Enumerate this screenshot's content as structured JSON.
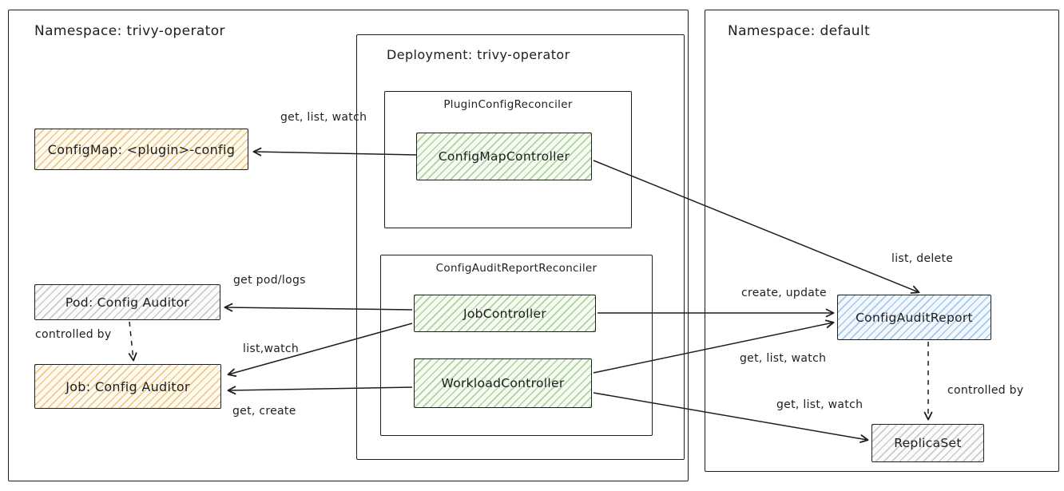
{
  "containers": {
    "namespace_trivy": {
      "title": "Namespace: trivy-operator"
    },
    "namespace_default": {
      "title": "Namespace: default"
    },
    "deployment_trivy": {
      "title": "Deployment: trivy-operator"
    },
    "plugin_config_reconciler": {
      "title": "PluginConfigReconciler"
    },
    "config_audit_report_reconciler": {
      "title": "ConfigAuditReportReconciler"
    }
  },
  "nodes": {
    "configmap_plugin_config": {
      "label": "ConfigMap: <plugin>-config",
      "color": "orange"
    },
    "pod_config_auditor": {
      "label": "Pod: Config Auditor",
      "color": "gray"
    },
    "job_config_auditor": {
      "label": "Job: Config Auditor",
      "color": "orange"
    },
    "configmap_controller": {
      "label": "ConfigMapController",
      "color": "green"
    },
    "job_controller": {
      "label": "JobController",
      "color": "green"
    },
    "workload_controller": {
      "label": "WorkloadController",
      "color": "green"
    },
    "config_audit_report": {
      "label": "ConfigAuditReport",
      "color": "blue"
    },
    "replica_set": {
      "label": "ReplicaSet",
      "color": "gray"
    }
  },
  "edges": {
    "configmapcontroller_to_configmap": {
      "label": "get, list, watch"
    },
    "configmapcontroller_to_configauditreport": {
      "label": "list, delete"
    },
    "jobcontroller_to_pod": {
      "label": "get pod/logs"
    },
    "jobcontroller_to_job": {
      "label": "list,watch"
    },
    "jobcontroller_to_configauditreport": {
      "label": "create, update"
    },
    "workloadcontroller_to_job": {
      "label": "get, create"
    },
    "workloadcontroller_to_configauditreport": {
      "label": "get, list, watch"
    },
    "workloadcontroller_to_replicaset": {
      "label": "get, list, watch"
    },
    "pod_controlled_by_job": {
      "label": "controlled by"
    },
    "configauditreport_controlled_by_replicaset": {
      "label": "controlled by"
    }
  },
  "colors": {
    "stroke": "#1e1e1e",
    "orange": "#e0a03c",
    "green": "#66a850",
    "blue": "#5b9bd5",
    "gray": "#919191",
    "background": "#ffffff"
  }
}
